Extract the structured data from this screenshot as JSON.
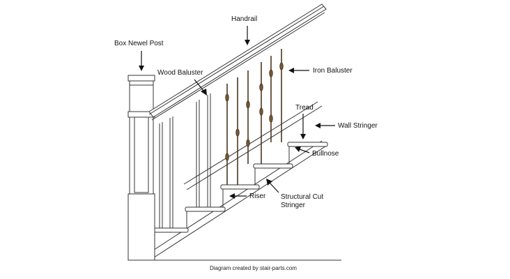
{
  "labels": {
    "handrail": "Handrail",
    "box_newel_post": "Box Newel Post",
    "wood_baluster": "Wood Baluster",
    "iron_baluster": "Iron Baluster",
    "tread": "Tread",
    "wall_stringer": "Wall Stringer",
    "bullnose": "Bullnose",
    "riser": "Riser",
    "structural_cut_stringer_line1": "Structural Cut",
    "structural_cut_stringer_line2": "Stringer"
  },
  "credit": "Diagram created by stair-parts.com",
  "colors": {
    "line": "#333333",
    "iron": "#4a3620",
    "background": "#ffffff"
  }
}
